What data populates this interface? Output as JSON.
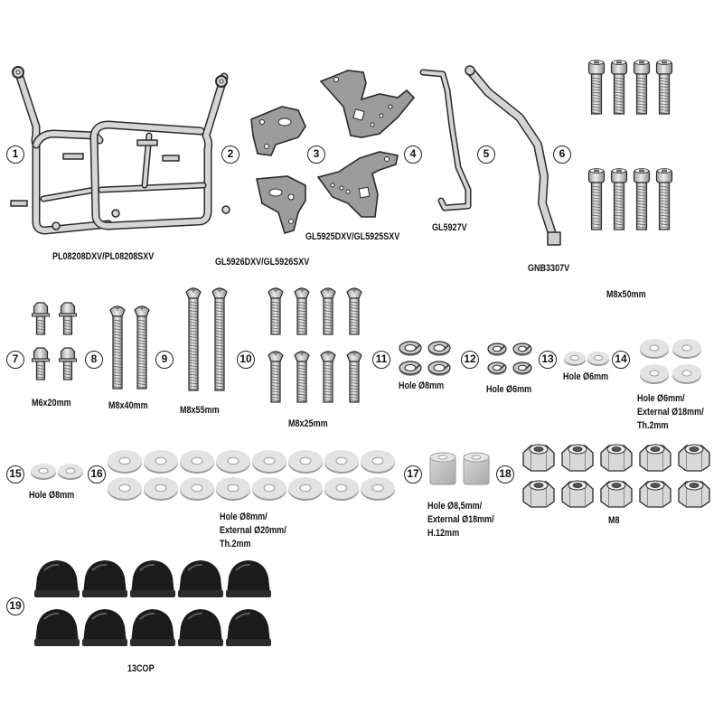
{
  "numbers": [
    "1",
    "2",
    "3",
    "4",
    "5",
    "6",
    "7",
    "8",
    "9",
    "10",
    "11",
    "12",
    "13",
    "14",
    "15",
    "16",
    "17",
    "18",
    "19"
  ],
  "labels": {
    "pl_rack": "PL08208DXV/PL08208SXV",
    "gl5926": "GL5926DXV/GL5926SXV",
    "gl5925": "GL5925DXV/GL5925SXV",
    "gl5927": "GL5927V",
    "gnb3307": "GNB3307V",
    "m8x50": "M8x50mm",
    "m6x20": "M6x20mm",
    "m8x40": "M8x40mm",
    "m8x55": "M8x55mm",
    "m8x25": "M8x25mm",
    "hole8_11": "Hole Ø8mm",
    "hole6_12": "Hole Ø6mm",
    "hole6_13": "Hole Ø6mm",
    "washer14": [
      "Hole Ø6mm/",
      "External Ø18mm/",
      "Th.2mm"
    ],
    "hole8_15": "Hole Ø8mm",
    "washer16": [
      "Hole Ø8mm/",
      "External Ø20mm/",
      "Th.2mm"
    ],
    "spacer17": [
      "Hole Ø8,5mm/",
      "External Ø18mm/",
      "H.12mm"
    ],
    "m8_nut": "M8",
    "cap": "13COP"
  },
  "colors": {
    "ink": "#2a2a2a",
    "metal_light": "#e2e2e2",
    "metal_mid": "#bdbdbd",
    "metal_dark": "#8a8a8a",
    "plate": "#9c9c9c",
    "cap": "#1b1b1b"
  }
}
